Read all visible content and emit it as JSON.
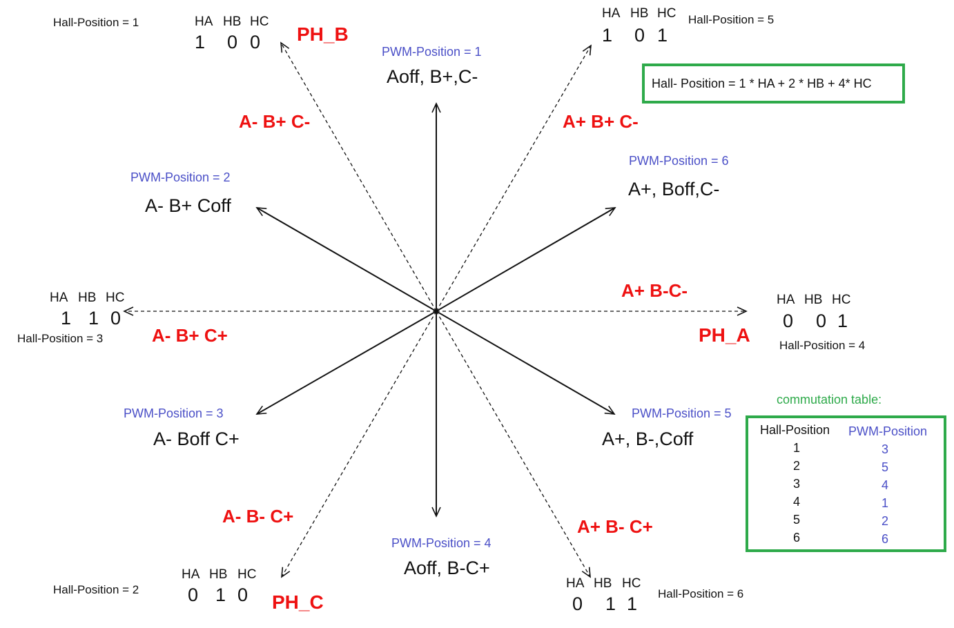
{
  "hall_vectors": [
    {
      "id": "pos1",
      "hall_label": "Hall-Position = 1",
      "headers": [
        "HA",
        "HB",
        "HC"
      ],
      "bits": [
        "1",
        "0",
        "0"
      ],
      "phase": "PH_B"
    },
    {
      "id": "pos5",
      "hall_label": "Hall-Position = 5",
      "headers": [
        "HA",
        "HB",
        "HC"
      ],
      "bits": [
        "1",
        "0",
        "1"
      ],
      "phase": ""
    },
    {
      "id": "pos4",
      "hall_label": "Hall-Position = 4",
      "headers": [
        "HA",
        "HB",
        "HC"
      ],
      "bits": [
        "0",
        "0",
        "1"
      ],
      "phase": "PH_A"
    },
    {
      "id": "pos6",
      "hall_label": "Hall-Position = 6",
      "headers": [
        "HA",
        "HB",
        "HC"
      ],
      "bits": [
        "0",
        "1",
        "1"
      ],
      "phase": ""
    },
    {
      "id": "pos2",
      "hall_label": "Hall-Position = 2",
      "headers": [
        "HA",
        "HB",
        "HC"
      ],
      "bits": [
        "0",
        "1",
        "0"
      ],
      "phase": "PH_C"
    },
    {
      "id": "pos3",
      "hall_label": "Hall-Position = 3",
      "headers": [
        "HA",
        "HB",
        "HC"
      ],
      "bits": [
        "1",
        "1",
        "0"
      ],
      "phase": ""
    }
  ],
  "pwm_vectors": [
    {
      "id": "pwm1",
      "label": "PWM-Position = 1",
      "state": "Aoff, B+,C-"
    },
    {
      "id": "pwm6",
      "label": "PWM-Position = 6",
      "state": "A+, Boff,C-"
    },
    {
      "id": "pwm5",
      "label": "PWM-Position = 5",
      "state": "A+, B-,Coff"
    },
    {
      "id": "pwm4",
      "label": "PWM-Position = 4",
      "state": "Aoff, B-C+"
    },
    {
      "id": "pwm3",
      "label": "PWM-Position = 3",
      "state": "A- Boff C+"
    },
    {
      "id": "pwm2",
      "label": "PWM-Position = 2",
      "state": "A- B+ Coff"
    }
  ],
  "phase_combos": [
    {
      "id": "c1",
      "text": "A- B+ C-"
    },
    {
      "id": "c2",
      "text": "A+ B+ C-"
    },
    {
      "id": "c3",
      "text": "A+ B-C-"
    },
    {
      "id": "c4",
      "text": "A+ B- C+"
    },
    {
      "id": "c5",
      "text": "A- B- C+"
    },
    {
      "id": "c6",
      "text": "A- B+ C+"
    }
  ],
  "formula": "Hall- Position = 1 * HA + 2 * HB + 4* HC",
  "commutation_table": {
    "title": "commutation table:",
    "headers": [
      "Hall-Position",
      "PWM-Position"
    ],
    "rows": [
      [
        "1",
        "3"
      ],
      [
        "2",
        "5"
      ],
      [
        "3",
        "4"
      ],
      [
        "4",
        "1"
      ],
      [
        "5",
        "2"
      ],
      [
        "6",
        "6"
      ]
    ]
  },
  "colors": {
    "phase_red": "#ee1111",
    "pwm_blue": "#4a4fc7",
    "box_green": "#2eaa4a",
    "arrow": "#111111"
  }
}
